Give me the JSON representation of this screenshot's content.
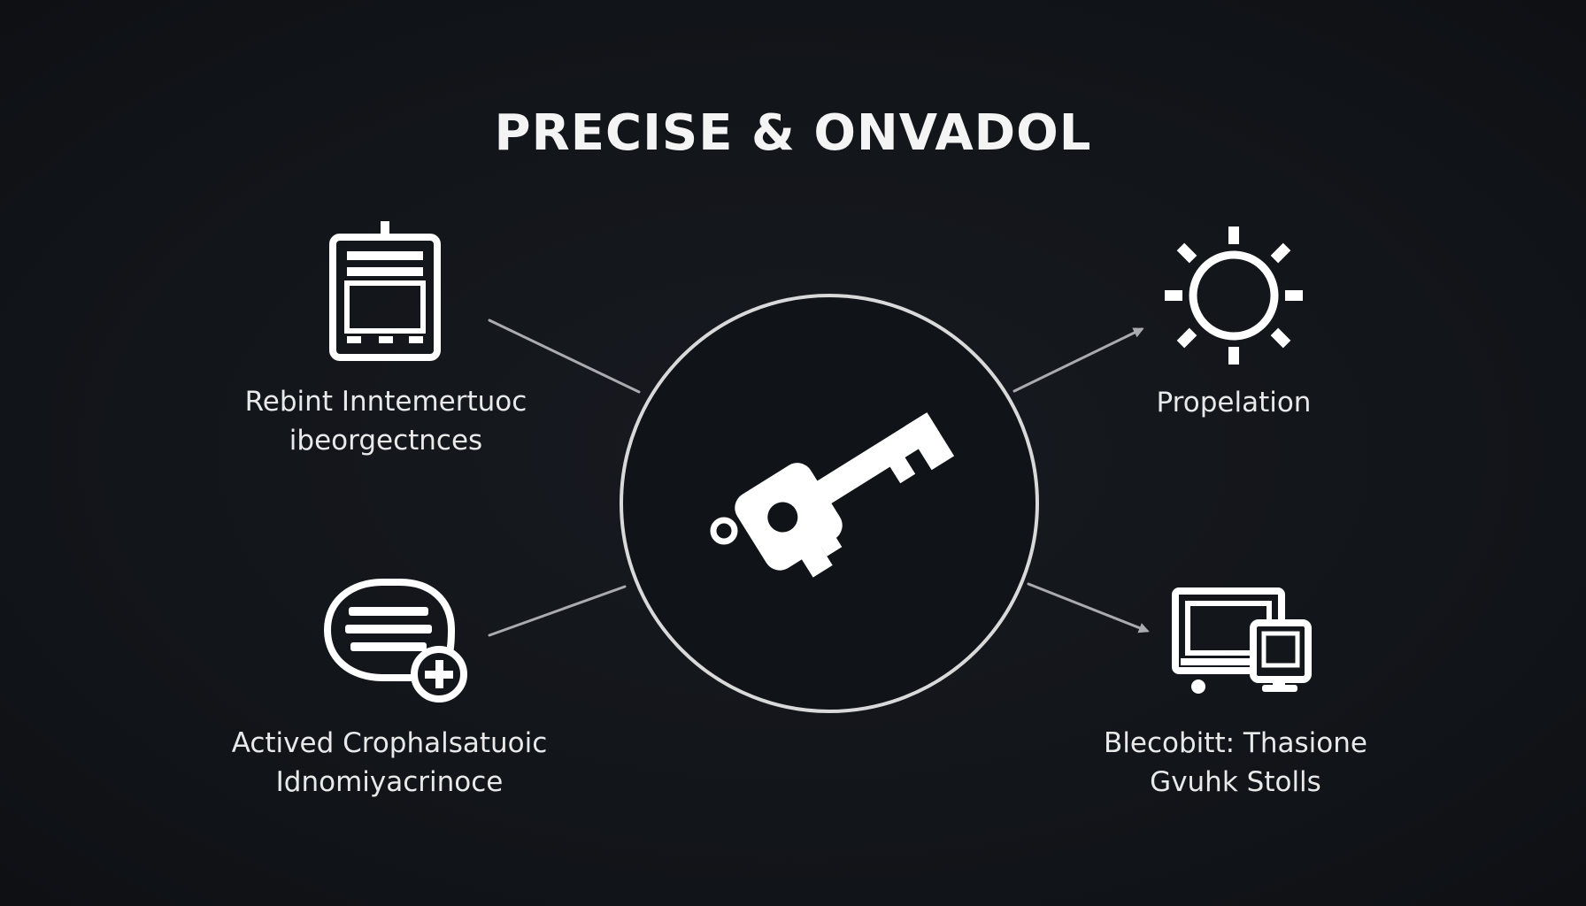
{
  "title": "PRECISE & ONVADOL",
  "center": {
    "icon": "key-icon"
  },
  "nodes": {
    "top_left": {
      "icon": "tablet-document-icon",
      "lines": [
        "Rebint Inntemertuoc",
        "ibeorgectnces"
      ]
    },
    "bottom_left": {
      "icon": "chat-add-icon",
      "lines": [
        "Actived Crophalsatuoic",
        "Idnomiyacrinoce"
      ]
    },
    "top_right": {
      "icon": "sun-gear-icon",
      "lines": [
        "Propelation"
      ]
    },
    "bottom_right": {
      "icon": "monitor-devices-icon",
      "lines": [
        "Blecobitt: Thasione",
        "Gvuhk Stolls"
      ]
    }
  },
  "colors": {
    "background": "#13161b",
    "foreground": "#ffffff",
    "circle_stroke": "#d9d9d9",
    "connector": "#a9abb0"
  }
}
